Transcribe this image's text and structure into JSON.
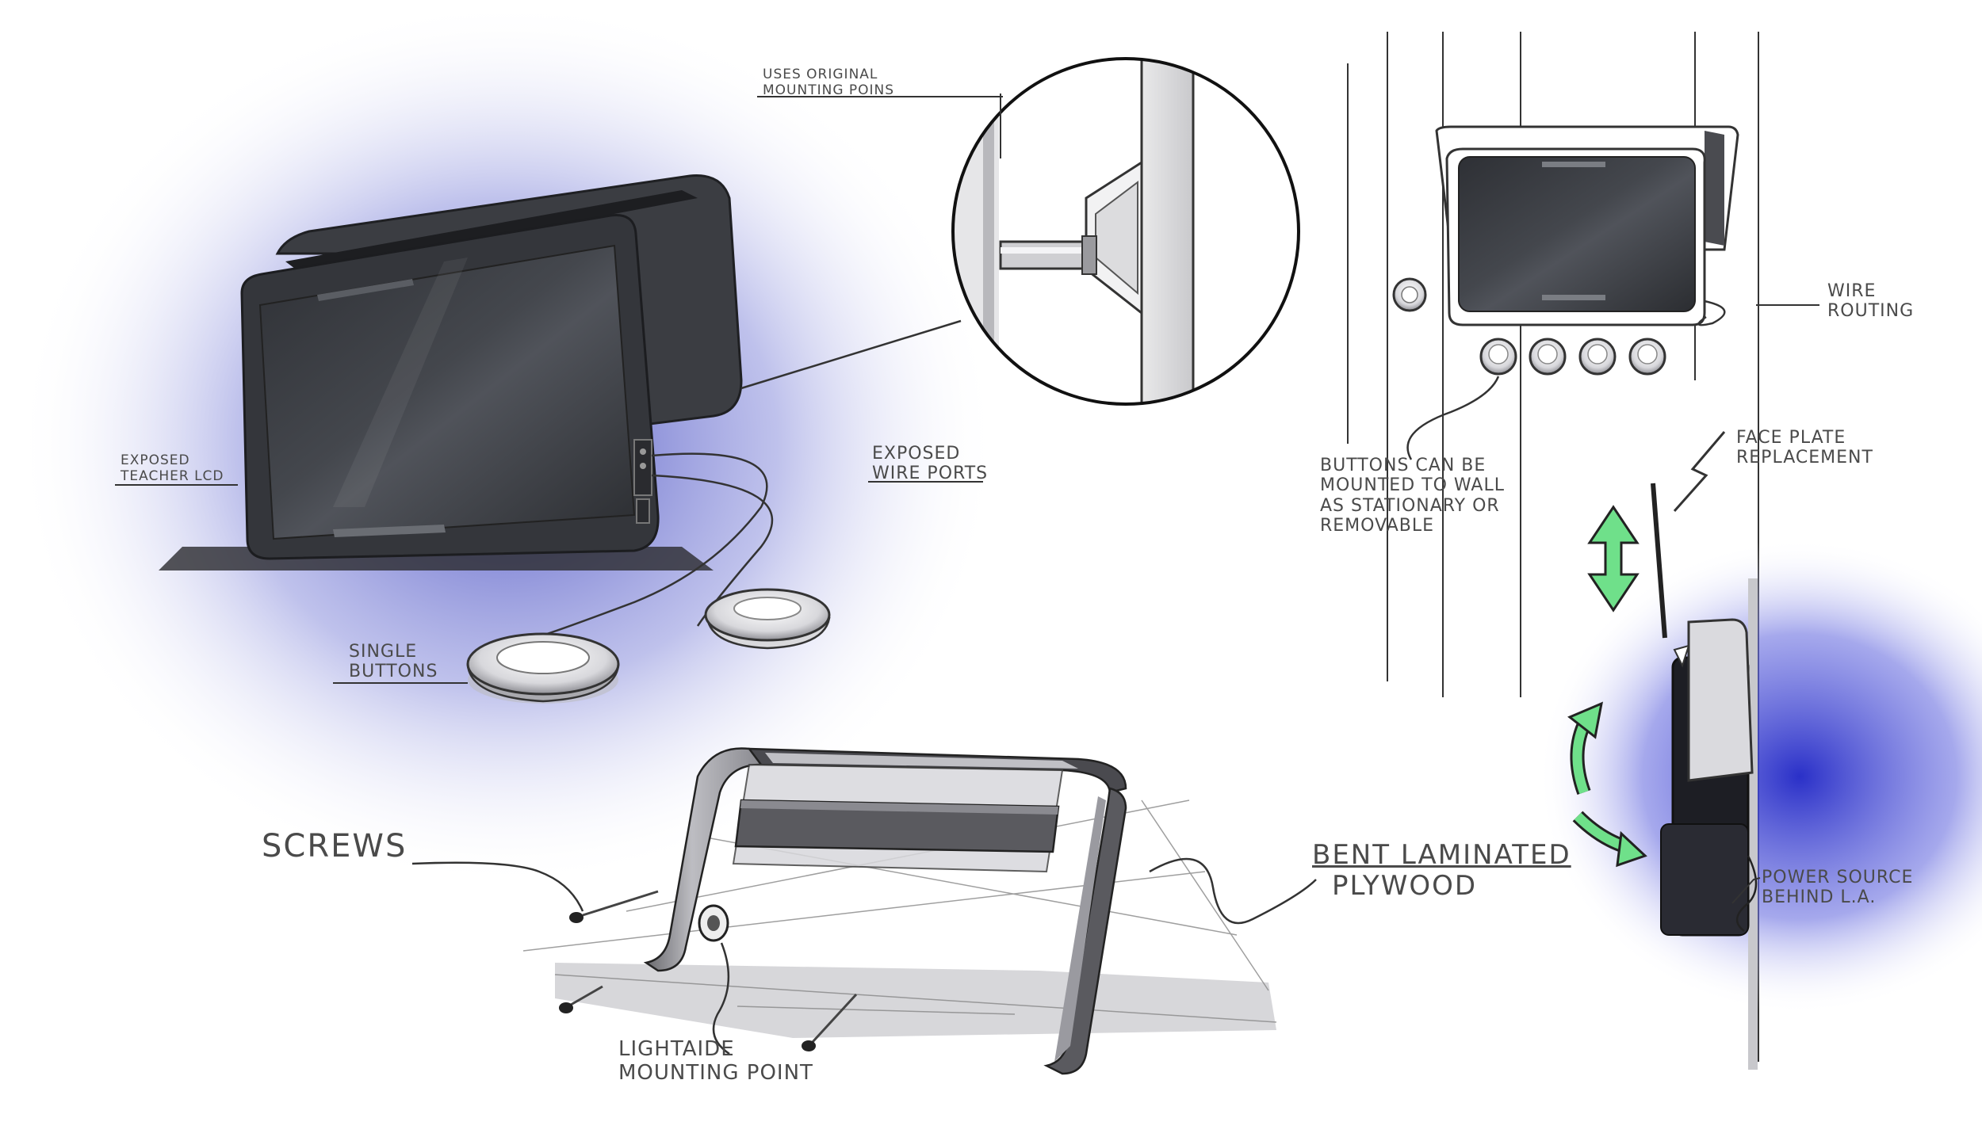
{
  "labels": {
    "uses_original_line1": "USES ORIGINAL",
    "uses_original_line2": "MOUNTING POINS",
    "exposed_teacher_line1": "EXPOSED",
    "exposed_teacher_line2": "TEACHER LCD",
    "exposed_wire_line1": "EXPOSED",
    "exposed_wire_line2": "WIRE PORTS",
    "single_buttons_line1": "SINGLE",
    "single_buttons_line2": "BUTTONS",
    "wire_routing_line1": "WIRE",
    "wire_routing_line2": "ROUTING",
    "buttons_mount_line1": "BUTTONS CAN BE",
    "buttons_mount_line2": "MOUNTED TO WALL",
    "buttons_mount_line3": "AS STATIONARY OR",
    "buttons_mount_line4": "REMOVABLE",
    "face_plate_line1": "FACE PLATE",
    "face_plate_line2": "REPLACEMENT",
    "screws": "SCREWS",
    "bent_line1": "BENT LAMINATED",
    "bent_line2": "PLYWOOD",
    "power_line1": "POWER SOURCE",
    "power_line2": "BEHIND L.A.",
    "lightaide_line1": "LIGHTAIDE",
    "lightaide_line2": "MOUNTING POINT"
  },
  "colors": {
    "accent_blue": "#5b5fc4",
    "arrow_green": "#6fe08a",
    "device_dark": "#3a3c41",
    "line_gray": "#4a4a4a"
  }
}
